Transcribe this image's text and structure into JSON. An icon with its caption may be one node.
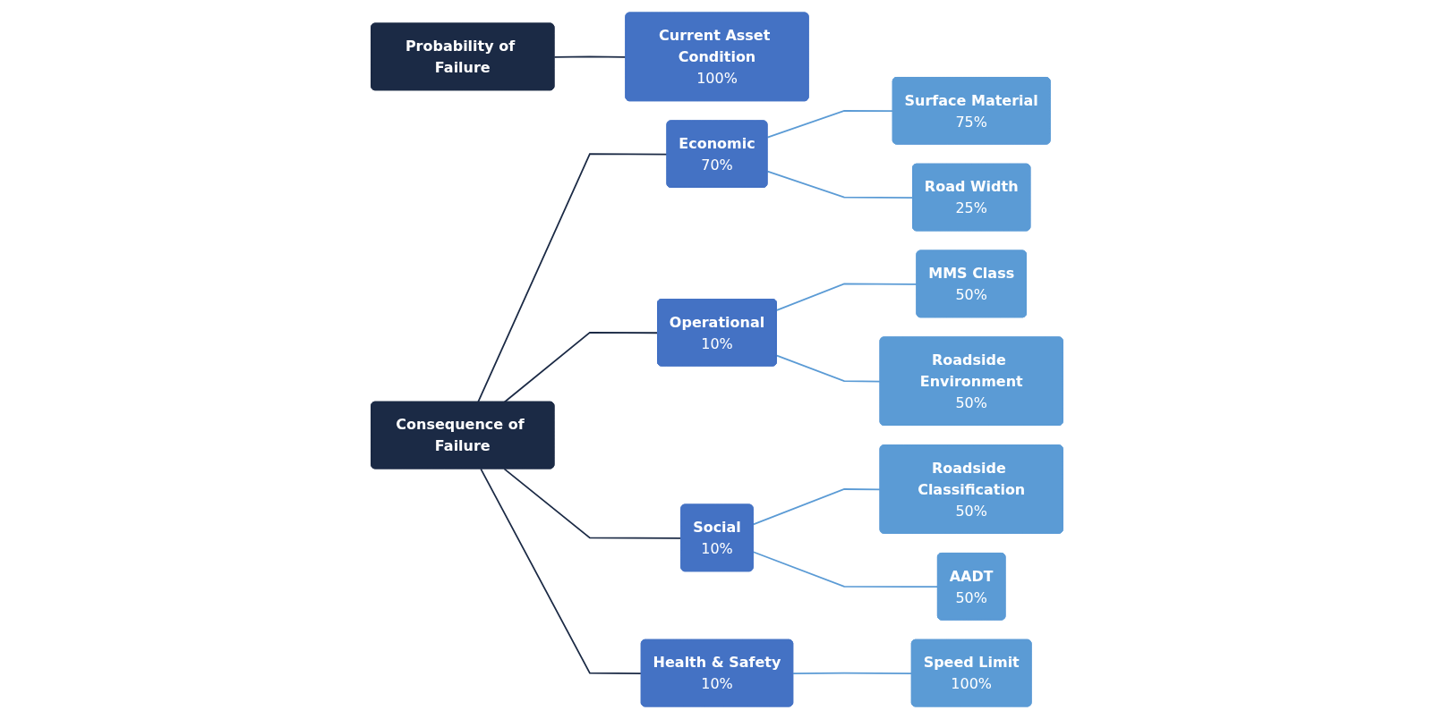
{
  "diagram": {
    "nodes": [
      {
        "text": [
          "Probability of Failure"
        ]
      },
      {
        "text": [
          "Current Asset Condition",
          "100%"
        ]
      },
      {
        "text": [
          "Consequence of Failure"
        ]
      },
      {
        "text": [
          "Economic",
          "70%"
        ]
      },
      {
        "text": [
          "Surface Material",
          "75%"
        ]
      },
      {
        "text": [
          "Road Width",
          "25%"
        ]
      },
      {
        "text": [
          "Operational",
          "10%"
        ]
      },
      {
        "text": [
          "MMS Class",
          "50%"
        ]
      },
      {
        "text": [
          "Roadside Environment",
          "50%"
        ]
      },
      {
        "text": [
          "Social",
          "10%"
        ]
      },
      {
        "text": [
          "Roadside Classification",
          "50%"
        ]
      },
      {
        "text": [
          "AADT",
          "50%"
        ]
      },
      {
        "text": [
          "Health & Safety",
          "10%"
        ]
      },
      {
        "text": [
          "Speed Limit",
          "100%"
        ]
      }
    ],
    "edges": [
      {
        "from": 0,
        "to": 1,
        "arrow": "none",
        "color": "#1b2a45"
      },
      {
        "from": 2,
        "to": 3,
        "arrow": "none",
        "color": "#1b2a45"
      },
      {
        "from": 2,
        "to": 6,
        "arrow": "none",
        "color": "#1b2a45"
      },
      {
        "from": 2,
        "to": 9,
        "arrow": "none",
        "color": "#1b2a45"
      },
      {
        "from": 2,
        "to": 12,
        "arrow": "none",
        "color": "#1b2a45"
      },
      {
        "from": 3,
        "to": 4,
        "arrow": "none"
      },
      {
        "from": 3,
        "to": 5,
        "arrow": "none"
      },
      {
        "from": 6,
        "to": 7,
        "arrow": "none"
      },
      {
        "from": 6,
        "to": 8,
        "arrow": "none"
      },
      {
        "from": 9,
        "to": 10,
        "arrow": "none"
      },
      {
        "from": 9,
        "to": 11,
        "arrow": "none"
      },
      {
        "from": 12,
        "to": 13,
        "arrow": "none"
      }
    ]
  }
}
